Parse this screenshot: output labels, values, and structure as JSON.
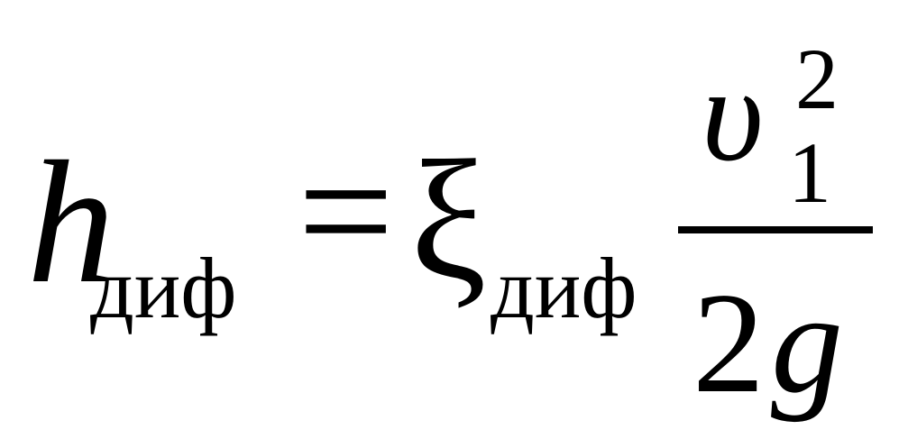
{
  "formula": {
    "lhs": {
      "symbol": "h",
      "subscript": "диф"
    },
    "equals": "=",
    "coefficient": {
      "symbol": "ξ",
      "subscript": "диф"
    },
    "fraction": {
      "numerator": {
        "symbol": "υ",
        "subscript": "1",
        "superscript": "2"
      },
      "denominator": {
        "number": "2",
        "variable": "g"
      }
    }
  }
}
